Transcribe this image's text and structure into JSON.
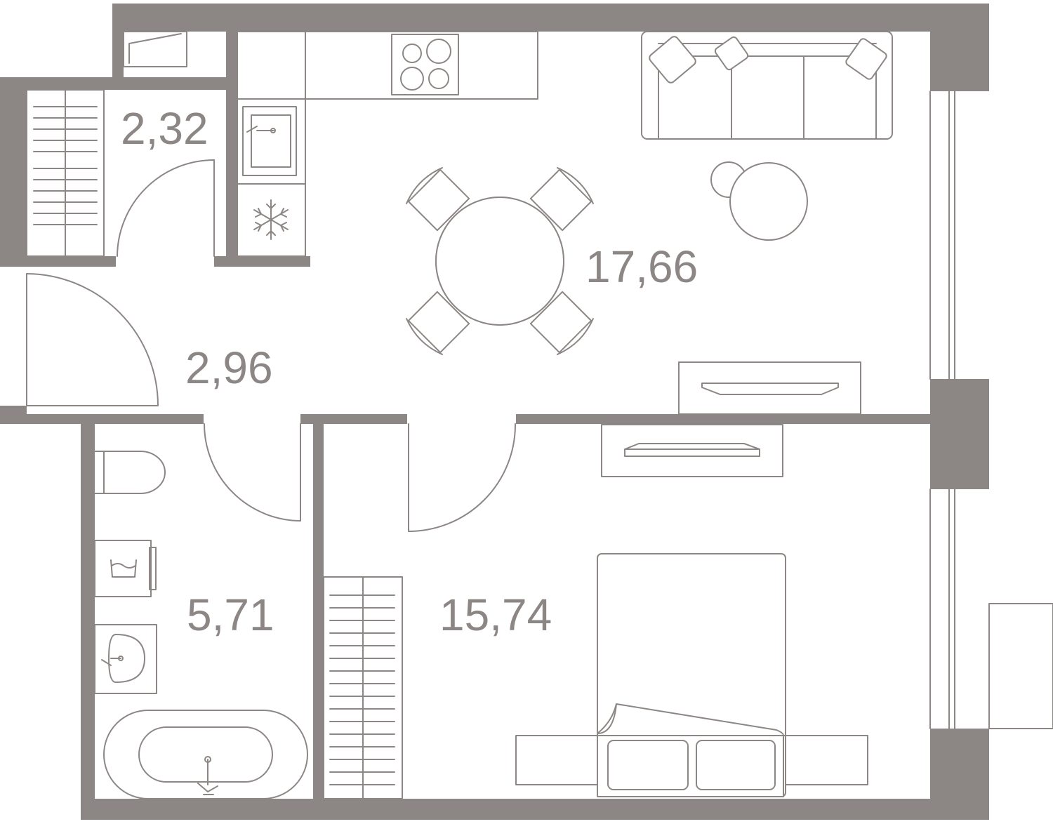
{
  "rooms": [
    {
      "id": "storage",
      "area": "2,32"
    },
    {
      "id": "living-kitchen",
      "area": "17,66"
    },
    {
      "id": "hallway",
      "area": "2,96"
    },
    {
      "id": "bathroom",
      "area": "5,71"
    },
    {
      "id": "bedroom",
      "area": "15,74"
    }
  ],
  "colors": {
    "wall": "#8c8784",
    "background": "#ffffff"
  },
  "icons": {
    "fridge": "snowflake-icon"
  }
}
